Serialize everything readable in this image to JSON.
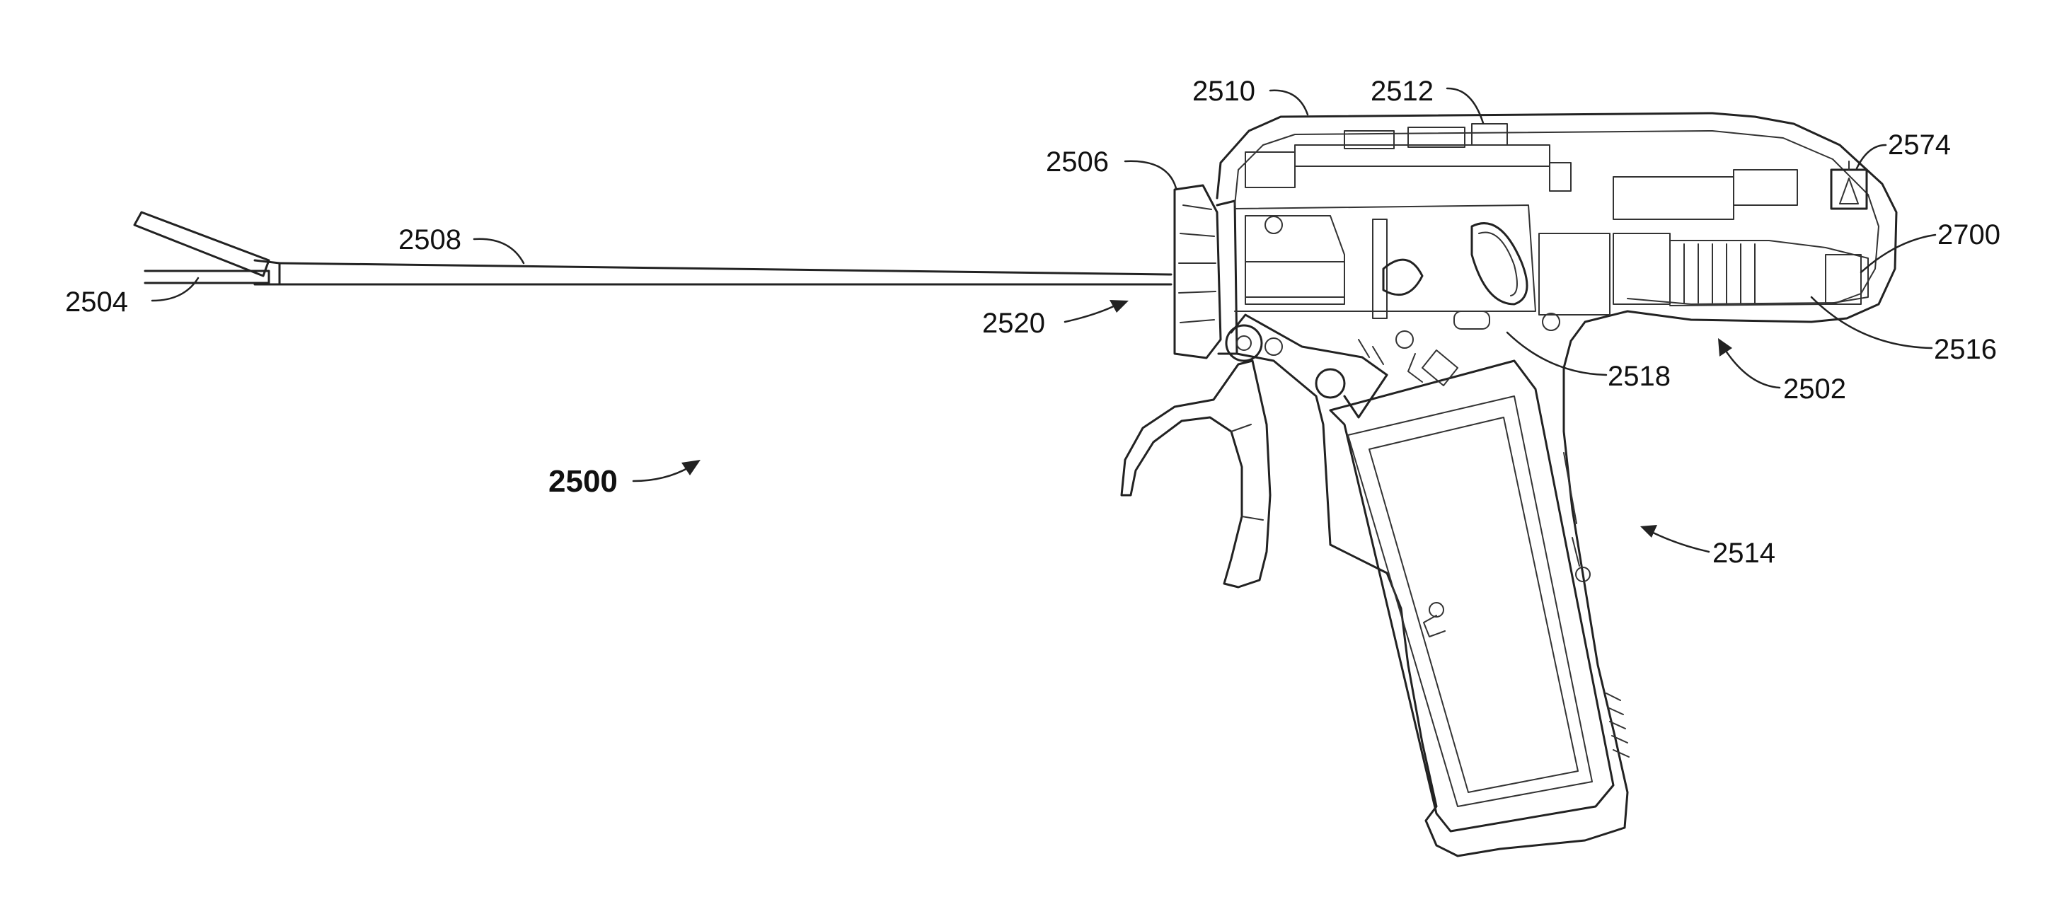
{
  "figure": {
    "overall_label": "2500",
    "labels": [
      {
        "id": "2504",
        "text": "2504"
      },
      {
        "id": "2508",
        "text": "2508"
      },
      {
        "id": "2506",
        "text": "2506"
      },
      {
        "id": "2510",
        "text": "2510"
      },
      {
        "id": "2512",
        "text": "2512"
      },
      {
        "id": "2574",
        "text": "2574"
      },
      {
        "id": "2700",
        "text": "2700"
      },
      {
        "id": "2516",
        "text": "2516"
      },
      {
        "id": "2502",
        "text": "2502"
      },
      {
        "id": "2518",
        "text": "2518"
      },
      {
        "id": "2520",
        "text": "2520"
      },
      {
        "id": "2514",
        "text": "2514"
      }
    ]
  }
}
